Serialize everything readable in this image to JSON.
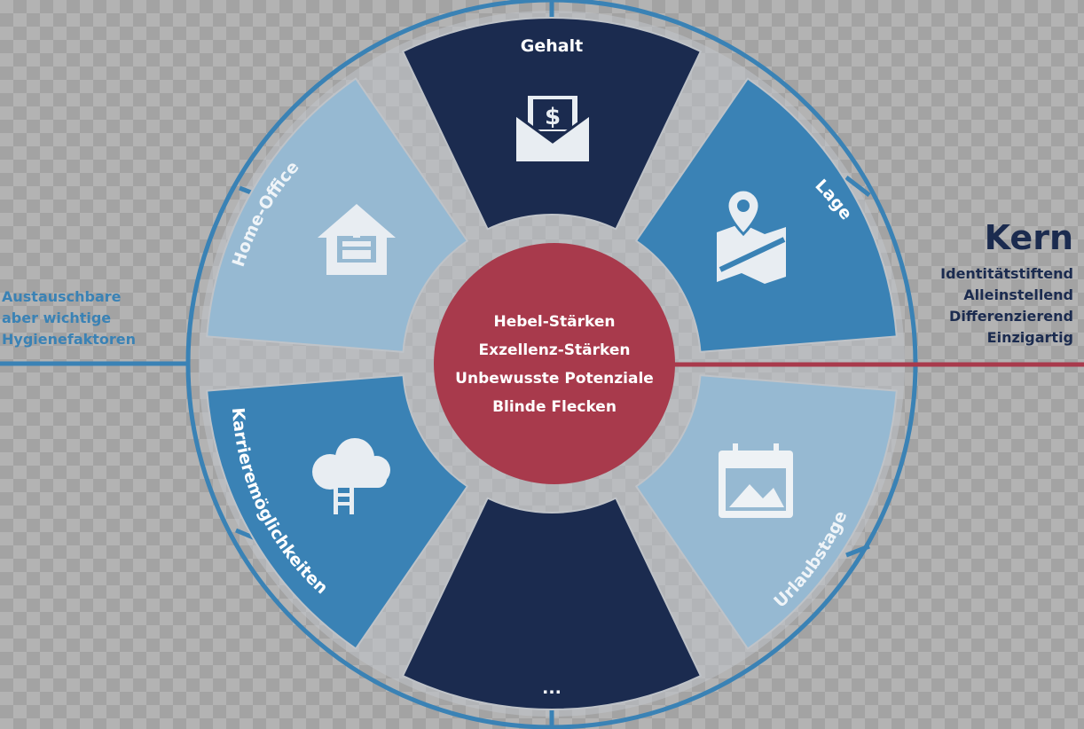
{
  "colors": {
    "navy": "#1b2b4f",
    "mid_blue": "#3a82b5",
    "light_blue": "#96b9d2",
    "red": "#a83a4c",
    "ring_blue": "#3a82b5",
    "text_navy": "#1b2b4f",
    "gray_ring": "#bfc3c8"
  },
  "segments": [
    {
      "key": "gehalt",
      "label": "Gehalt",
      "icon": "money-envelope-icon",
      "color": "navy"
    },
    {
      "key": "lage",
      "label": "Lage",
      "icon": "map-pin-icon",
      "color": "mid_blue"
    },
    {
      "key": "urlaubstage",
      "label": "Urlaubstage",
      "icon": "calendar-icon",
      "color": "light_blue"
    },
    {
      "key": "more",
      "label": "...",
      "icon": "",
      "color": "navy"
    },
    {
      "key": "karriere",
      "label": "Karrieremöglichkeiten",
      "icon": "cloud-ladder-icon",
      "color": "mid_blue"
    },
    {
      "key": "homeoffice",
      "label": "Home-Office",
      "icon": "house-icon",
      "color": "light_blue"
    }
  ],
  "center": {
    "lines": [
      "Hebel-Stärken",
      "Exzellenz-Stärken",
      "Unbewusste Potenziale",
      "Blinde Flecken"
    ]
  },
  "left_block": {
    "lines": [
      "Austauschbare",
      "aber wichtige",
      "Hygienefaktoren"
    ]
  },
  "right_block": {
    "title": "Kern",
    "lines": [
      "Identitätstiftend",
      "Alleinstellend",
      "Differenzierend",
      "Einzigartig"
    ]
  }
}
